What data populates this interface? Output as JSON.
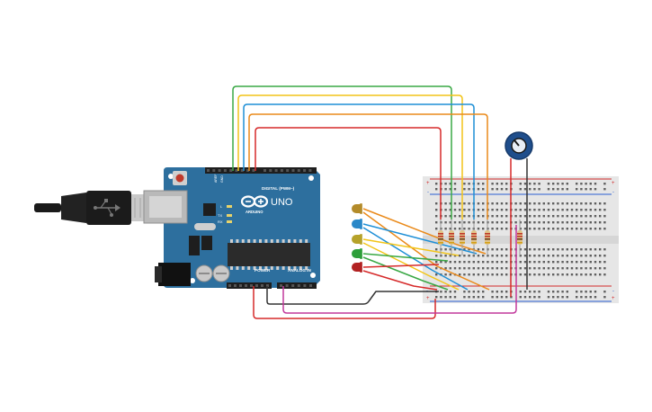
{
  "canvas": {
    "background": "#ffffff"
  },
  "arduino": {
    "logo_text": "UNO",
    "brand_text": "ARDUINO",
    "digital_label": "DIGITAL (PWM~)",
    "power_label": "POWER",
    "analog_label": "ANALOG IN",
    "aref_label": "AREF",
    "gnd_label": "GND",
    "tx_label": "TX",
    "rx_label": "RX",
    "l_label": "L",
    "board_color": "#2d6f9e",
    "chip_color": "#2b2b2b",
    "header_color": "#1e1e1e"
  },
  "usb_connector": {
    "icon": "usb-plug-icon"
  },
  "breadboard": {
    "plus_label": "+",
    "minus_label": "-",
    "color": "#e6e6e6",
    "rail_red": "#d12a2a",
    "rail_blue": "#2a5fd1"
  },
  "potentiometer": {
    "icon": "potentiometer-knob-icon",
    "color": "#1f4e8c"
  },
  "leds": [
    {
      "name": "led-orange",
      "color": "#b38b2a"
    },
    {
      "name": "led-blue",
      "color": "#2a88c8"
    },
    {
      "name": "led-yellow",
      "color": "#b6a22a"
    },
    {
      "name": "led-green",
      "color": "#2e9e3a"
    },
    {
      "name": "led-red",
      "color": "#b22222"
    }
  ],
  "wire_colors": {
    "green": "#3aa845",
    "yellow": "#f2c418",
    "blue": "#1e8fd6",
    "orange": "#ea8a1a",
    "red": "#d62a2a",
    "black": "#333333",
    "magenta": "#c2389c"
  }
}
